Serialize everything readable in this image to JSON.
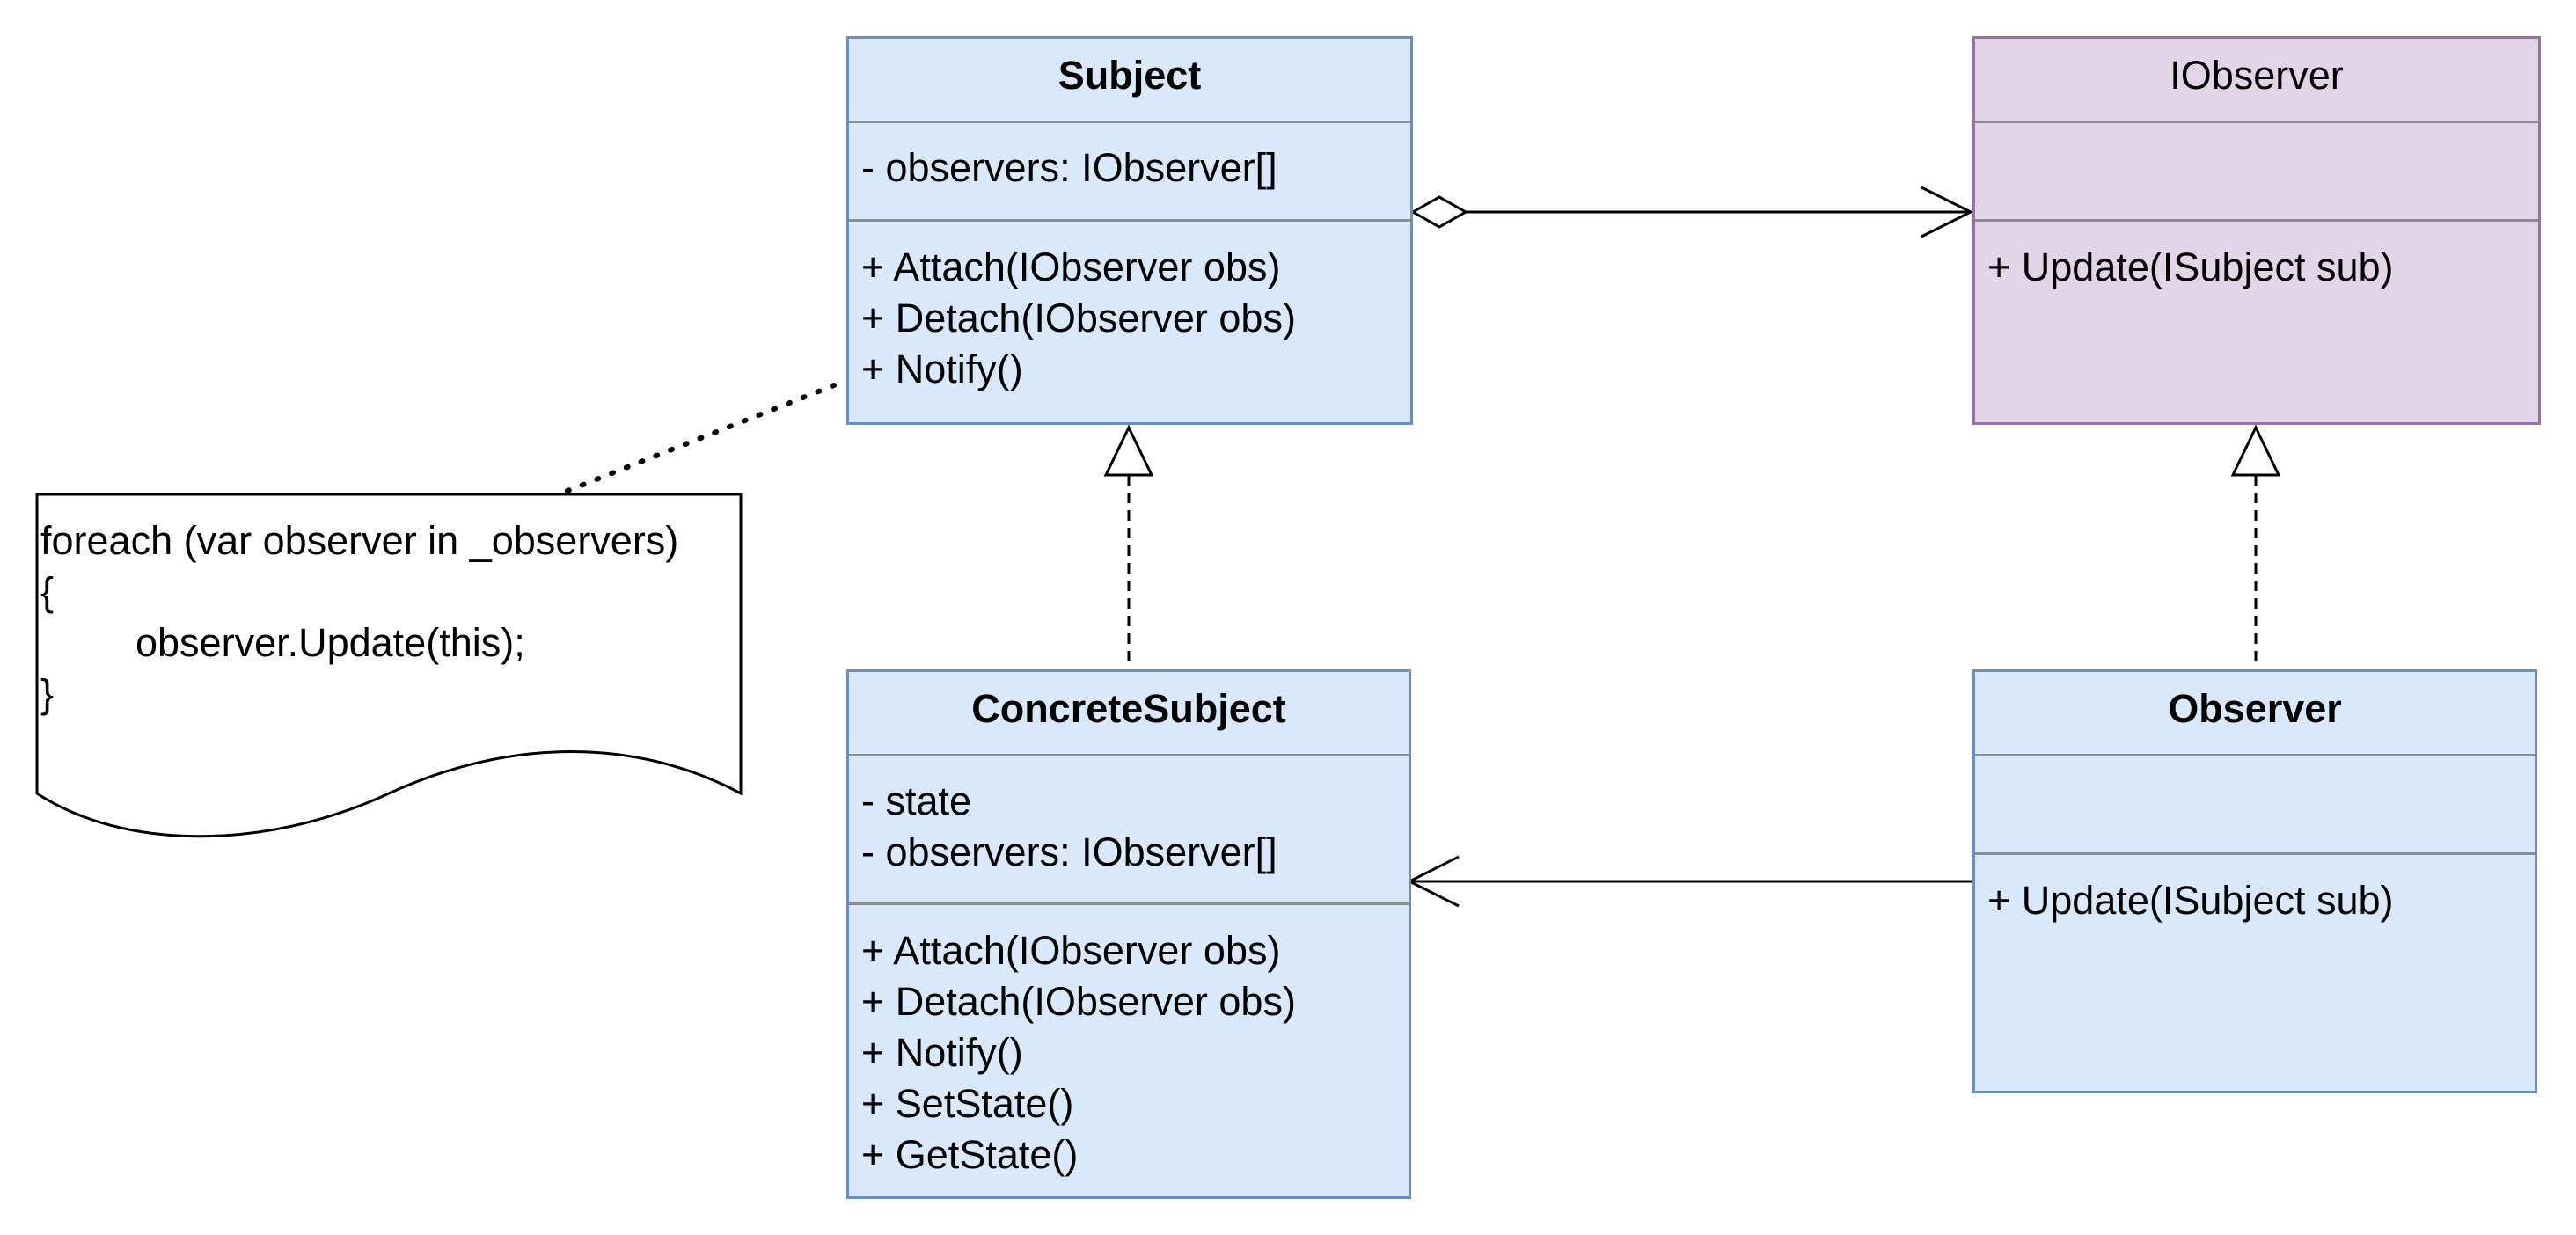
{
  "colors": {
    "class_fill": "#dae8fc",
    "class_stroke": "#6c8ebf",
    "interface_fill": "#e1d5e7",
    "interface_stroke": "#9673a6",
    "separator": "#8c8c8c"
  },
  "subject": {
    "name": "Subject",
    "attributes": [
      "- observers: IObserver[]"
    ],
    "methods": [
      "+ Attach(IObserver obs)",
      "+ Detach(IObserver obs)",
      "+ Notify()"
    ]
  },
  "iobserver": {
    "name": "IObserver",
    "methods": [
      "+ Update(ISubject sub)"
    ]
  },
  "concrete_subject": {
    "name": "ConcreteSubject",
    "attributes": [
      "- state",
      "- observers: IObserver[]"
    ],
    "methods": [
      "+ Attach(IObserver obs)",
      "+ Detach(IObserver obs)",
      "+ Notify()",
      "+ SetState()",
      "+ GetState()"
    ]
  },
  "observer": {
    "name": "Observer",
    "methods": [
      "+ Update(ISubject sub)"
    ]
  },
  "note": {
    "lines": [
      "foreach (var observer in _observers)",
      "{",
      "observer.Update(this);",
      "}"
    ]
  }
}
